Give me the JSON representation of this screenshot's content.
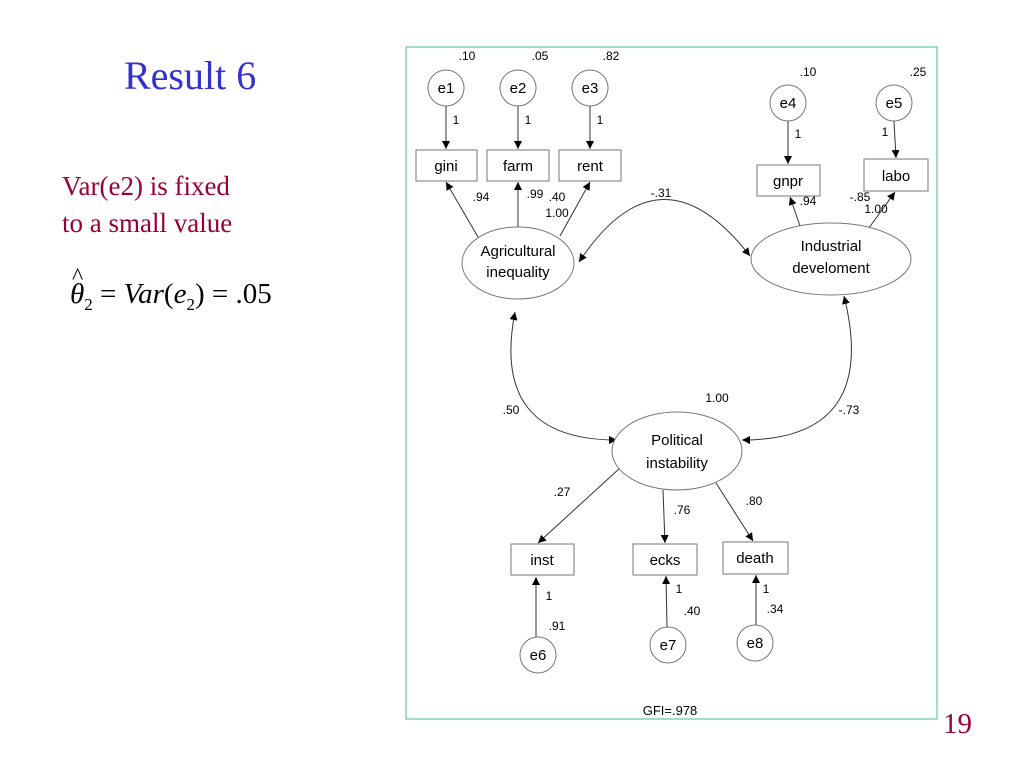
{
  "slide": {
    "title": "Result 6",
    "note_line1": "Var(e2) is fixed",
    "note_line2": "to a small value",
    "formula": {
      "theta": "θ",
      "hat": "^",
      "theta_sub": "2",
      "eq1": " = ",
      "var": "Var",
      "lparen": "(",
      "e": "e",
      "e_sub": "2",
      "rparen": ")",
      "eq2": " = ",
      "value": ".05"
    },
    "page_number": "19"
  },
  "diagram": {
    "latent": {
      "agri_line1": "Agricultural",
      "agri_line2": "inequality",
      "ind_line1": "Industrial",
      "ind_line2": "develoment",
      "pol_line1": "Political",
      "pol_line2": "instability"
    },
    "indicators": {
      "gini": "gini",
      "farm": "farm",
      "rent": "rent",
      "gnpr": "gnpr",
      "labo": "labo",
      "inst": "inst",
      "ecks": "ecks",
      "death": "death"
    },
    "errors": {
      "e1": "e1",
      "e2": "e2",
      "e3": "e3",
      "e4": "e4",
      "e5": "e5",
      "e6": "e6",
      "e7": "e7",
      "e8": "e8"
    },
    "error_variances": {
      "e1": ".10",
      "e2": ".05",
      "e3": ".82",
      "e4": ".10",
      "e5": ".25",
      "e6": ".91",
      "e7": ".40",
      "e8": ".34"
    },
    "error_paths": {
      "e1": "1",
      "e2": "1",
      "e3": "1",
      "e4": "1",
      "e5": "1",
      "e6": "1",
      "e7": "1",
      "e8": "1"
    },
    "loadings": {
      "gini": ".94",
      "farm": ".99",
      "rent": ".40",
      "gnpr": ".94",
      "labo": "-.85",
      "inst": ".27",
      "ecks": ".76",
      "death": ".80"
    },
    "latent_variances": {
      "agri": "1.00",
      "ind": "1.00",
      "pol": "1.00"
    },
    "correlations": {
      "agri_ind": "-.31",
      "agri_pol": ".50",
      "ind_pol": "-.73"
    },
    "fit": "GFI=.978"
  }
}
